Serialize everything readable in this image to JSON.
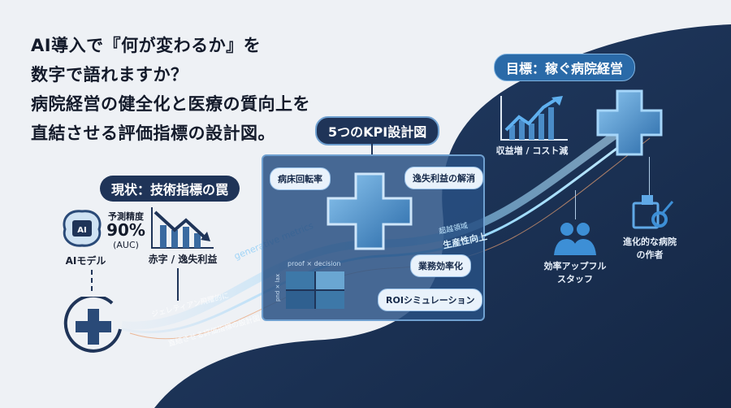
{
  "title_lines": [
    "AI導入で『何が変わるか』を",
    "数字で語れますか？",
    "病院経営の健全化と医療の質向上を",
    "直結させる評価指標の設計図。"
  ],
  "current": {
    "label": "現状：技術指標の罠",
    "metric_name": "予測精度",
    "metric_value": "90%",
    "metric_unit": "(AUC)",
    "ai_icon_text": "AI",
    "model_label": "AIモデル",
    "loss_label": "赤字 / 逸失利益"
  },
  "flow_texts": [
    "generative metrics",
    "ジェレティアン飛躍的に",
    "直結させる評価指標の設計図",
    "超越領域",
    "生産性向上"
  ],
  "kpi": {
    "label": "5つのKPI設計図",
    "items": [
      "病床回転率",
      "逸失利益の解消",
      "業務効率化",
      "ROIシミュレーション"
    ],
    "matrix_title": "proof × decision",
    "matrix_axis": "pnd × lax"
  },
  "goal": {
    "label": "目標：稼ぐ病院経営",
    "revenue_label": "収益増 / コスト減",
    "staff_label": [
      "効率アップフル",
      "スタッフ"
    ],
    "hospital_label": [
      "進化的な病院",
      "の作者"
    ]
  },
  "colors": {
    "navy": "#1b2d4f",
    "accent": "#3d8fd6",
    "light": "#eef1f5"
  }
}
